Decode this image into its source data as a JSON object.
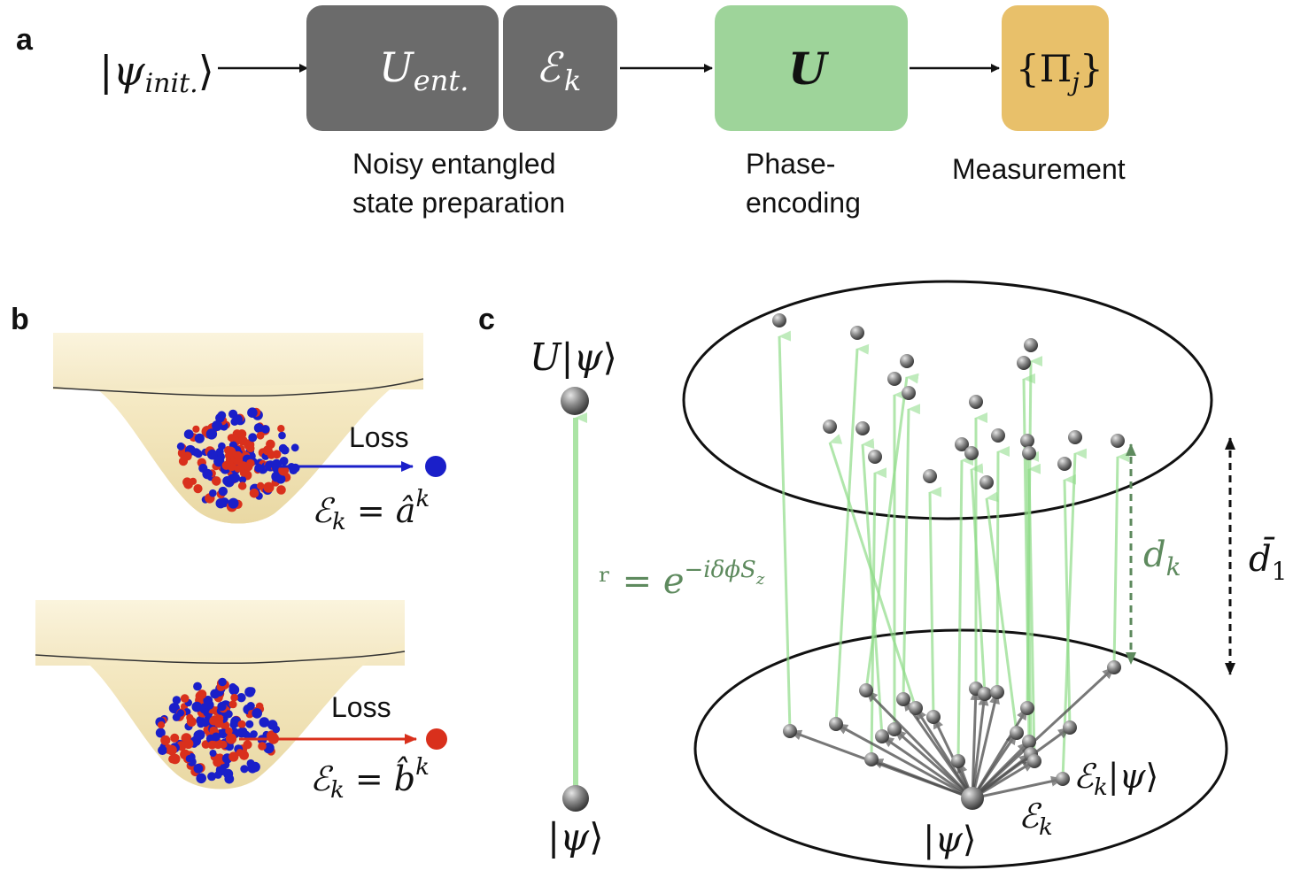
{
  "panel_a": {
    "letter": "a",
    "input_state": "|ψinit.⟩",
    "boxes": {
      "entangle": "Uent.",
      "error": "ℰk",
      "phase": "U",
      "measure": "{Πj}"
    },
    "captions": {
      "prep_line1": "Noisy entangled",
      "prep_line2": "state preparation",
      "phase_line1": "Phase-",
      "phase_line2": "encoding",
      "measure": "Measurement"
    },
    "colors": {
      "dark_box": "#6b6b6b",
      "phase_box": "#9ed49a",
      "measure_box": "#e8c06a"
    }
  },
  "panel_b": {
    "letter": "b",
    "top": {
      "loss_label": "Loss",
      "operator": "ℰk = âk",
      "particle_color": "#1a1fc9"
    },
    "bottom": {
      "loss_label": "Loss",
      "operator": "ℰk = b̂k",
      "particle_color": "#d9301c"
    }
  },
  "panel_c": {
    "letter": "c",
    "top_state": "U|ψ⟩",
    "bottom_state": "|ψ⟩",
    "unitary_label": "= e−iδϕSz",
    "center_state": "|ψ⟩",
    "error_state": "ℰk|ψ⟩",
    "error_op": "ℰk",
    "dk_label": "dk",
    "d1_label": "d̄1"
  }
}
